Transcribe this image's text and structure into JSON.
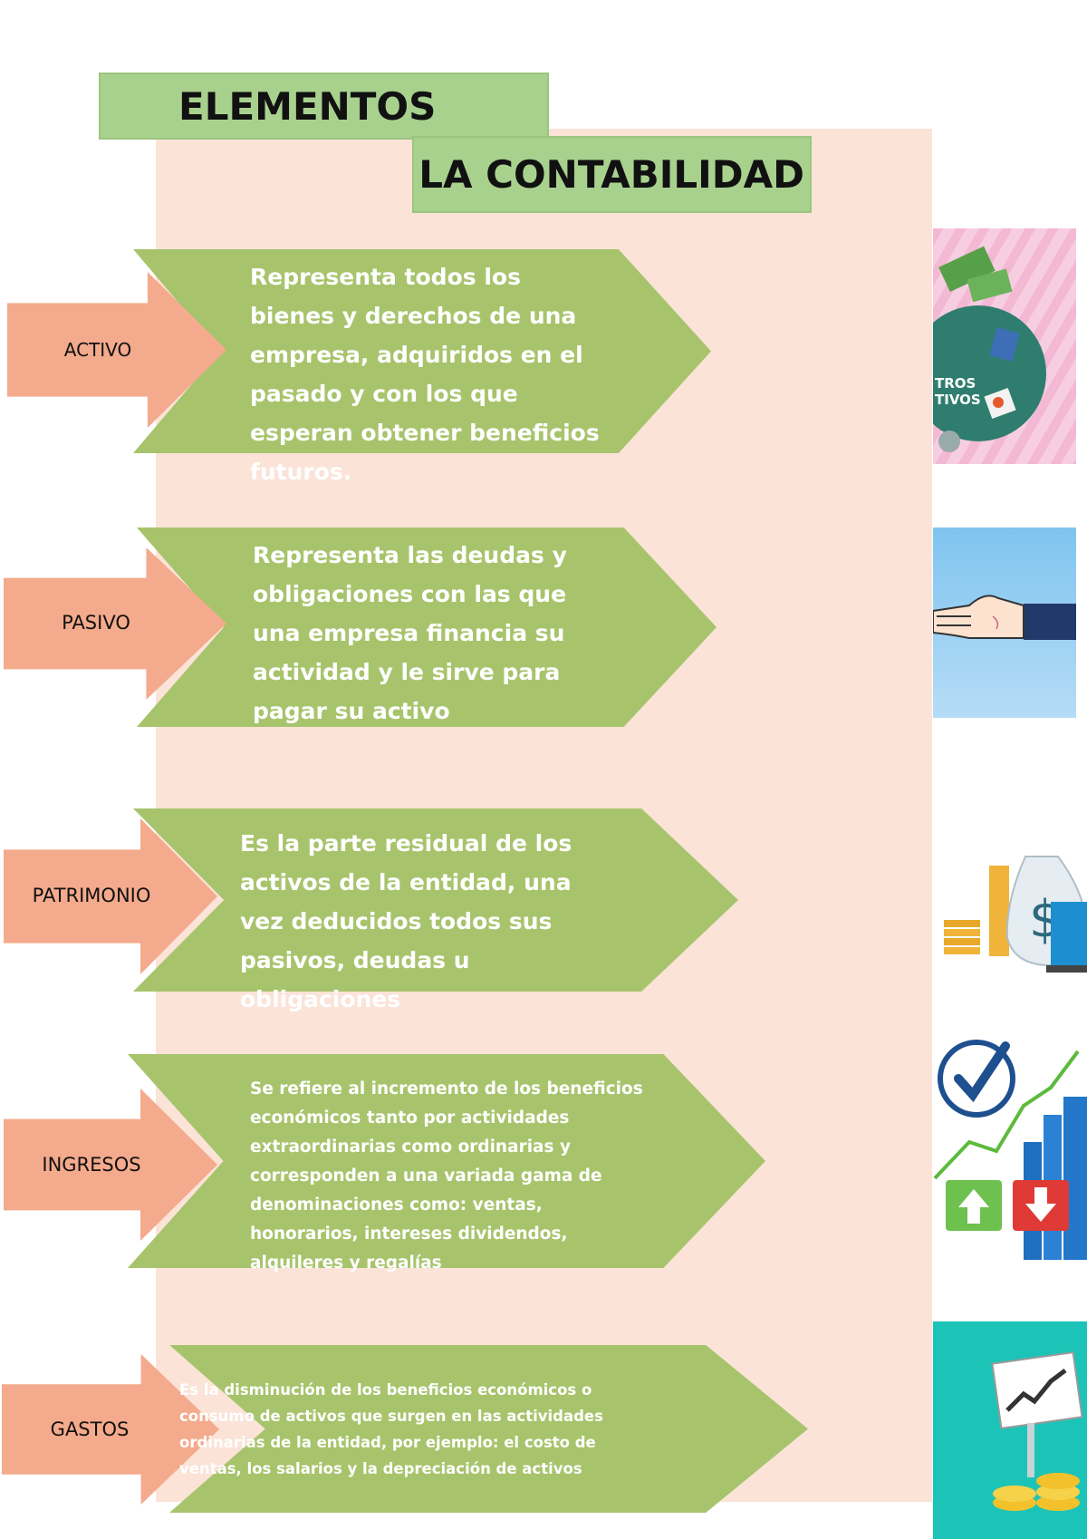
{
  "title": {
    "line1": "ELEMENTOS",
    "line2": "LA CONTABILIDAD"
  },
  "elements": [
    {
      "label": "ACTIVO",
      "description": "Representa todos los bienes y derechos de una empresa, adquiridos en el pasado y con los que esperan obtener beneficios futuros.",
      "image_icon": "savings-collage-icon"
    },
    {
      "label": "PASIVO",
      "description": "Representa las deudas y obligaciones con las que una empresa financia su actividad y le sirve para pagar su activo",
      "image_icon": "open-hand-icon"
    },
    {
      "label": "PATRIMONIO",
      "description": "Es la parte residual de los activos de la entidad, una vez deducidos todos sus pasivos, deudas u obligaciones",
      "image_icon": "money-bag-icon"
    },
    {
      "label": "INGRESOS",
      "description": "Se refiere al incremento de los beneficios económicos tanto por actividades extraordinarias como ordinarias y corresponden a una variada gama de denominaciones como: ventas, honorarios, intereses dividendos, alquileres y regalías",
      "image_icon": "growth-chart-icon"
    },
    {
      "label": "GASTOS",
      "description": "Es la disminución de los beneficios económicos o consumo de activos que surgen en las actividades ordinarias de la entidad, por ejemplo: el costo de ventas, los salarios y la depreciación de activos",
      "image_icon": "coins-chart-icon"
    }
  ],
  "colors": {
    "panel": "#fbe3d8",
    "title_box": "#a9d18e",
    "chevron": "#a7c46c",
    "arrow": "#f4aa8c"
  }
}
